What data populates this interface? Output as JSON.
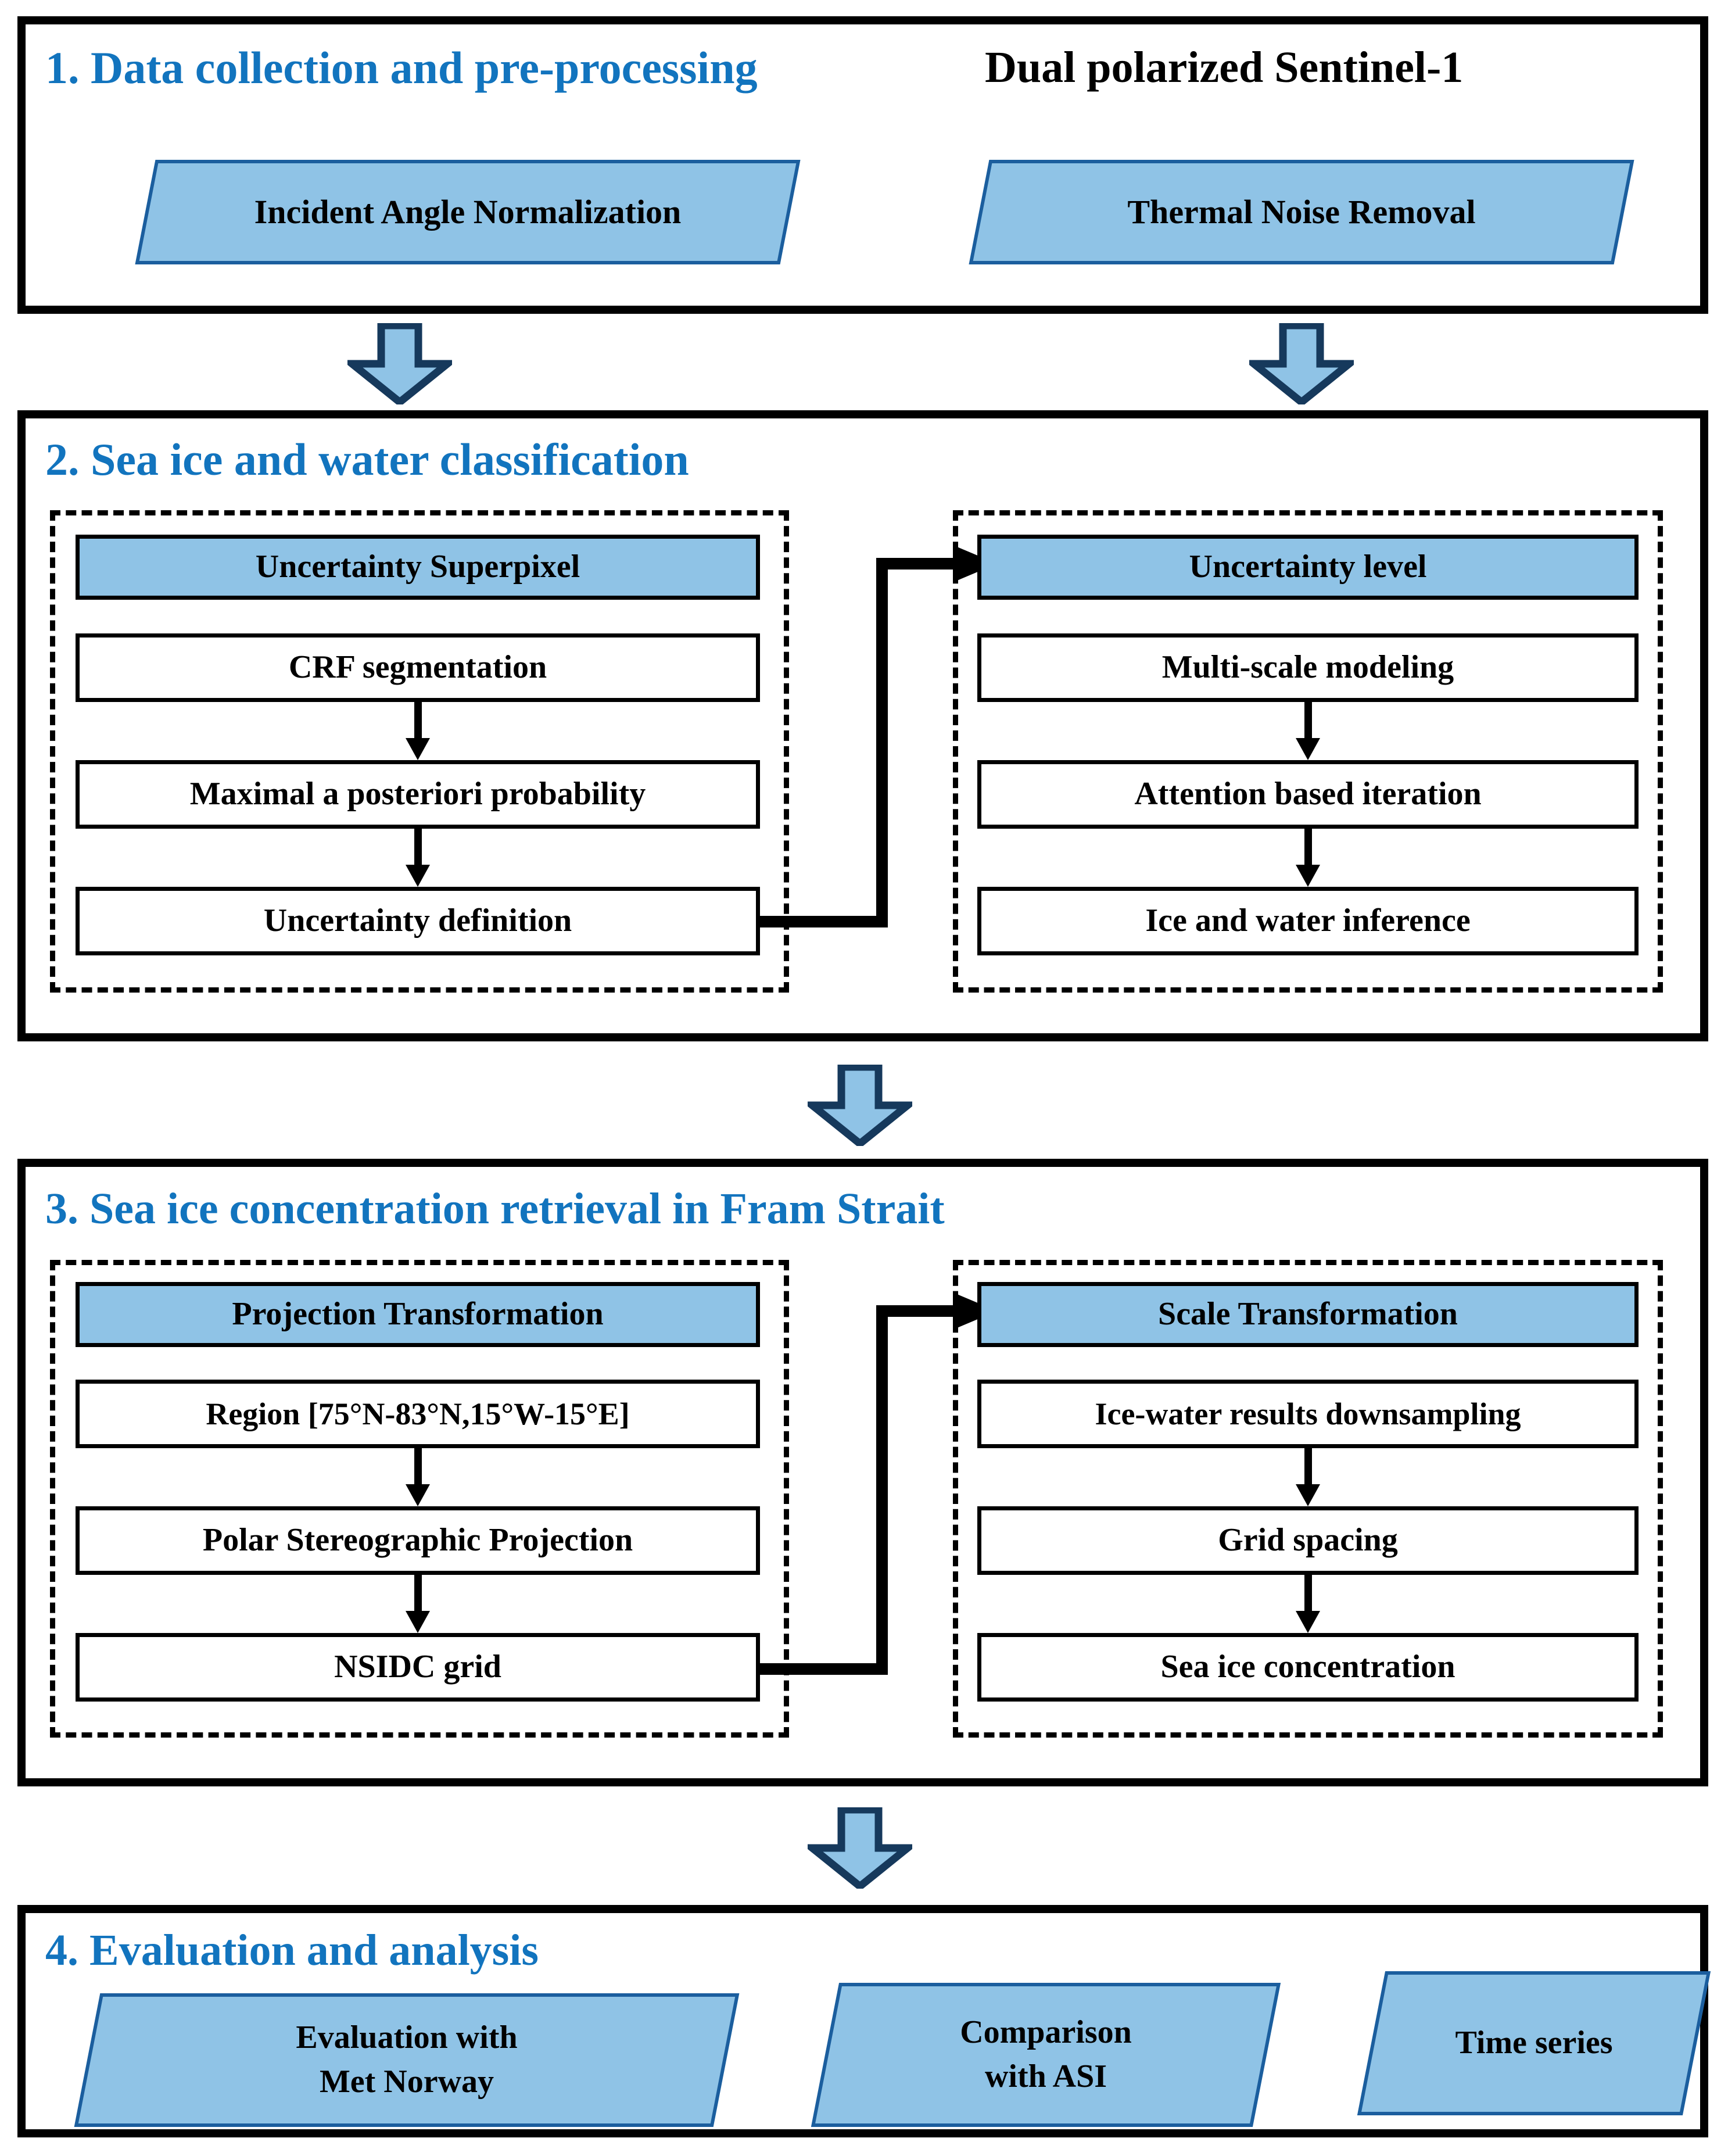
{
  "figure": {
    "type": "flowchart",
    "accent_blue_text": "#1274be",
    "shape_fill_blue": "#8fc3e6",
    "shape_border_blue": "#1b5e9e",
    "arrow_fill": "#8fc3e6",
    "arrow_border": "#16395c"
  },
  "section1": {
    "title": "1. Data collection and pre-processing",
    "data_source": "Dual polarized Sentinel-1",
    "items": [
      {
        "label": "Incident Angle Normalization"
      },
      {
        "label": "Thermal Noise Removal"
      }
    ]
  },
  "section2": {
    "title": "2. Sea ice and water classification",
    "left_group": {
      "header": "Uncertainty Superpixel",
      "steps": [
        "CRF segmentation",
        "Maximal a posteriori probability",
        "Uncertainty definition"
      ]
    },
    "right_group": {
      "header": "Uncertainty level",
      "steps": [
        "Multi-scale modeling",
        "Attention based iteration",
        "Ice and water inference"
      ]
    }
  },
  "section3": {
    "title": "3. Sea ice concentration retrieval in Fram Strait",
    "left_group": {
      "header": "Projection Transformation",
      "steps": [
        "Region [75°N-83°N,15°W-15°E]",
        "Polar Stereographic Projection",
        "NSIDC grid"
      ]
    },
    "right_group": {
      "header": "Scale Transformation",
      "steps": [
        "Ice-water results downsampling",
        "Grid spacing",
        "Sea ice concentration"
      ]
    }
  },
  "section4": {
    "title": "4. Evaluation and analysis",
    "items": [
      {
        "line1": "Evaluation with",
        "line2": "Met Norway"
      },
      {
        "line1": "Comparison",
        "line2": "with ASI"
      },
      {
        "line1": "Time series",
        "line2": ""
      }
    ]
  },
  "connectors": {
    "s1_to_s2_left": "down-block-arrow",
    "s1_to_s2_right": "down-block-arrow",
    "s2_to_s3": "down-block-arrow",
    "s3_to_s4": "down-block-arrow",
    "s2_cross": "elbow-arrow-right",
    "s3_cross": "elbow-arrow-right"
  }
}
